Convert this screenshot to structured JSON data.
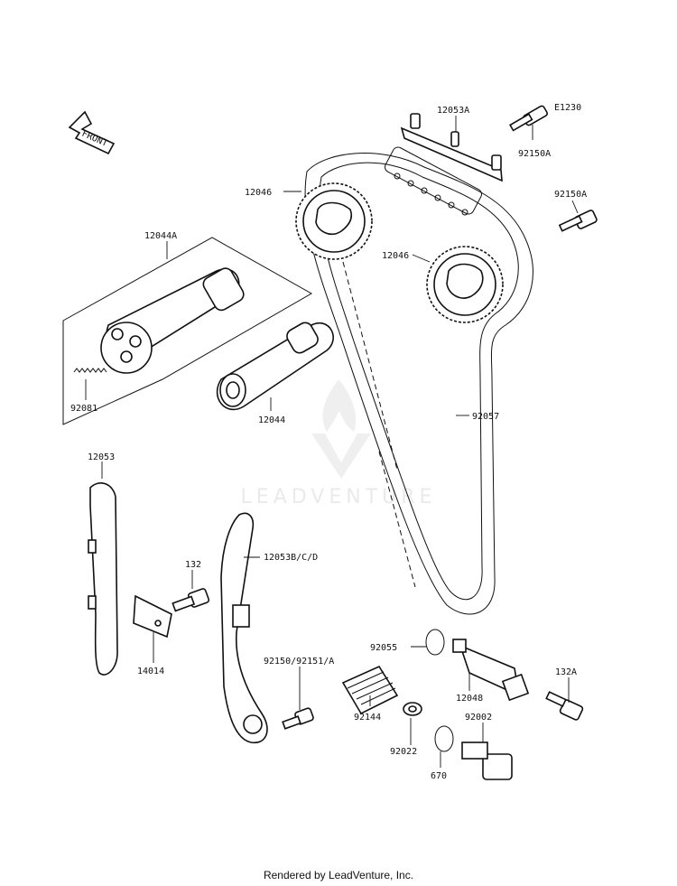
{
  "diagram": {
    "code": "E1230",
    "front_label": "FRONT",
    "watermark": "LEADVENTURE",
    "footer": "Rendered by LeadVenture, Inc."
  },
  "callouts": {
    "p12053A": "12053A",
    "p92150A_top": "92150A",
    "p12046_top": "12046",
    "p92150A_mid": "92150A",
    "p12046_mid": "12046",
    "p12044A": "12044A",
    "p92081": "92081",
    "p12044": "12044",
    "p92057": "92057",
    "p12053": "12053",
    "p132": "132",
    "p12053BCD": "12053B/C/D",
    "p14014": "14014",
    "p92055": "92055",
    "p92150_92151A": "92150/92151/A",
    "p92144": "92144",
    "p12048": "12048",
    "p132A": "132A",
    "p92002": "92002",
    "p92022": "92022",
    "p670": "670"
  }
}
